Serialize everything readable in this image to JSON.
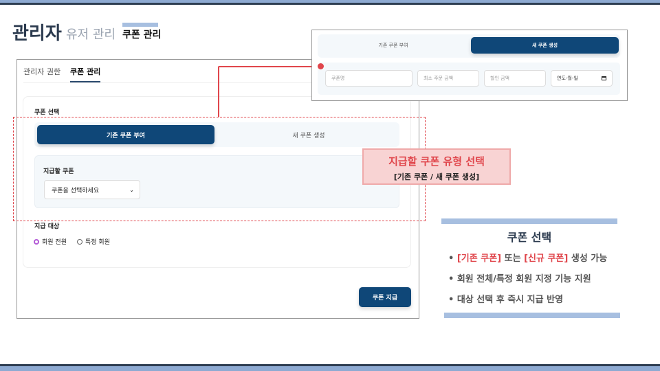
{
  "header": {
    "title": "관리자",
    "nav_user": "유저 관리",
    "nav_coupon": "쿠폰 관리"
  },
  "tabs": [
    {
      "label": "관리자 권한"
    },
    {
      "label": "쿠폰 관리"
    }
  ],
  "form": {
    "section_label": "쿠폰 선택",
    "existing_label": "기존 쿠폰 부여",
    "new_label": "새 쿠폰 생성",
    "coupon_label": "지급할 쿠폰",
    "coupon_select": "쿠폰을 선택하세요",
    "target_label": "지급 대상",
    "radio_all": "회원 전원",
    "radio_specific": "특정 회원",
    "submit": "쿠폰 지급"
  },
  "popup": {
    "existing_label": "기존 쿠폰 부여",
    "new_label": "새 쿠폰 생성",
    "name_placeholder": "쿠폰명",
    "min_placeholder": "최소 주문 금액",
    "discount_placeholder": "할인 금액",
    "date_placeholder": "연도-월-일"
  },
  "callout": {
    "title": "지급할 쿠폰 유형 선택",
    "sub": "[기존 쿠폰 / 새 쿠폰 생성]"
  },
  "summary": {
    "title": "쿠폰 선택",
    "b1_a": "[기존 쿠폰]",
    "b1_b": " 또는 ",
    "b1_c": "[신규 쿠폰]",
    "b1_d": " 생성 가능",
    "b2": "회원 전체/특정 회원 지정 기능 지원",
    "b3": "대상 선택 후 즉시 지급 반영"
  },
  "colors": {
    "primary": "#0f4778",
    "accent": "#e0464c"
  }
}
